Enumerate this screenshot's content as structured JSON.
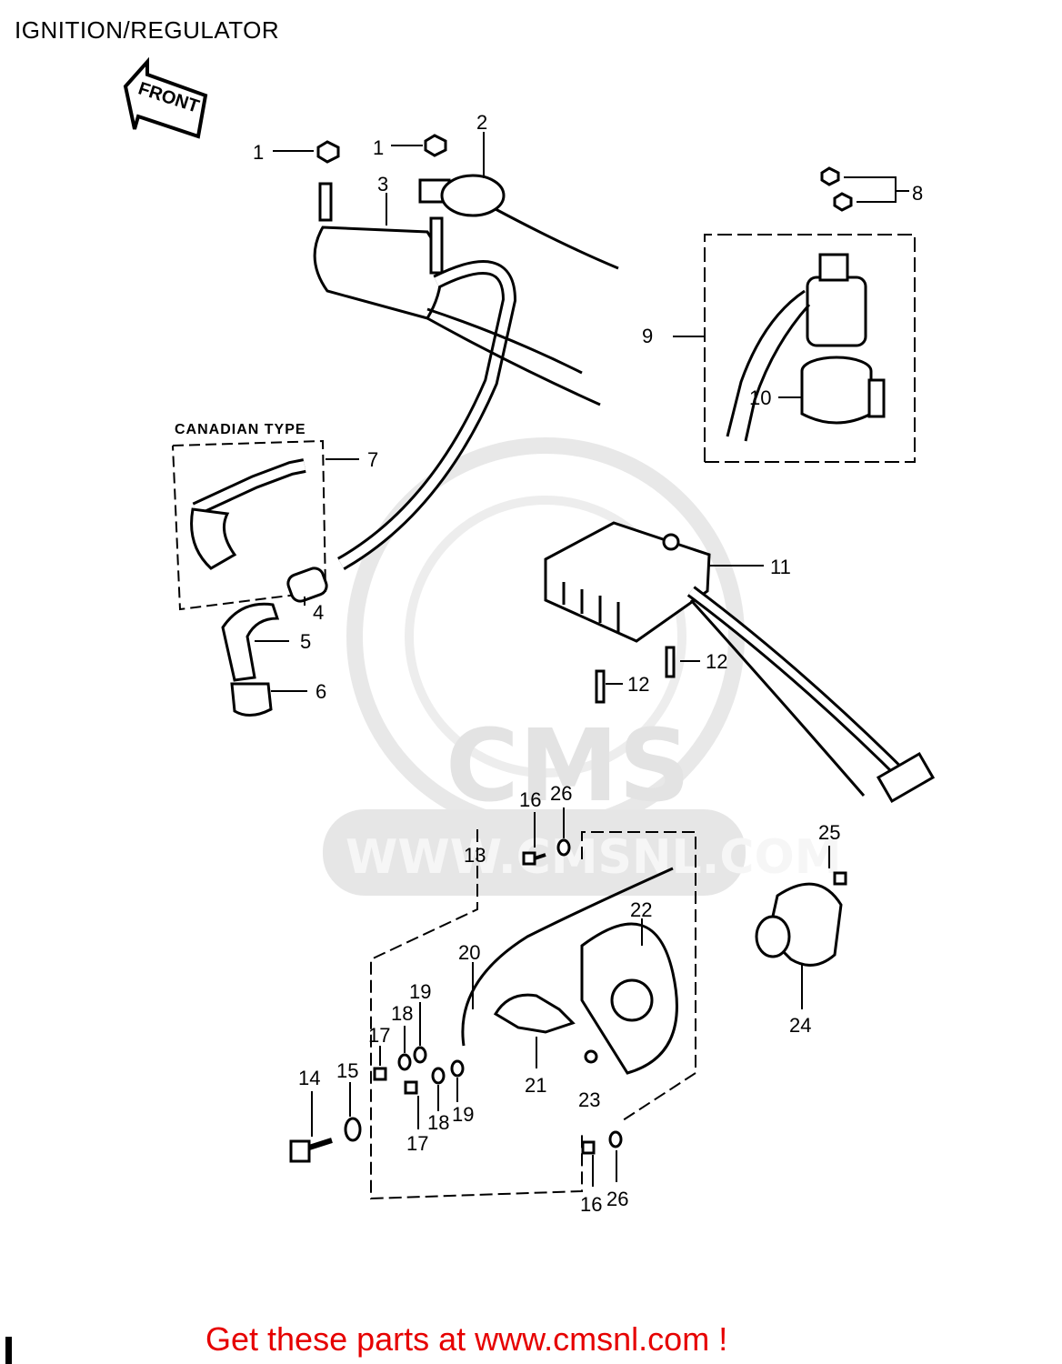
{
  "title": "IGNITION/REGULATOR",
  "front_arrow": "FRONT",
  "canadian_label": "CANADIAN TYPE",
  "watermark": {
    "brand": "CMS",
    "url": "WWW.CMSNL.COM"
  },
  "footer": "Get these parts at www.cmsnl.com !",
  "callouts": [
    "1",
    "1",
    "2",
    "3",
    "8",
    "9",
    "10",
    "7",
    "4",
    "5",
    "6",
    "11",
    "12",
    "12",
    "16",
    "26",
    "13",
    "25",
    "22",
    "20",
    "19",
    "18",
    "17",
    "15",
    "14",
    "21",
    "23",
    "24",
    "17",
    "18",
    "19",
    "16",
    "26"
  ]
}
